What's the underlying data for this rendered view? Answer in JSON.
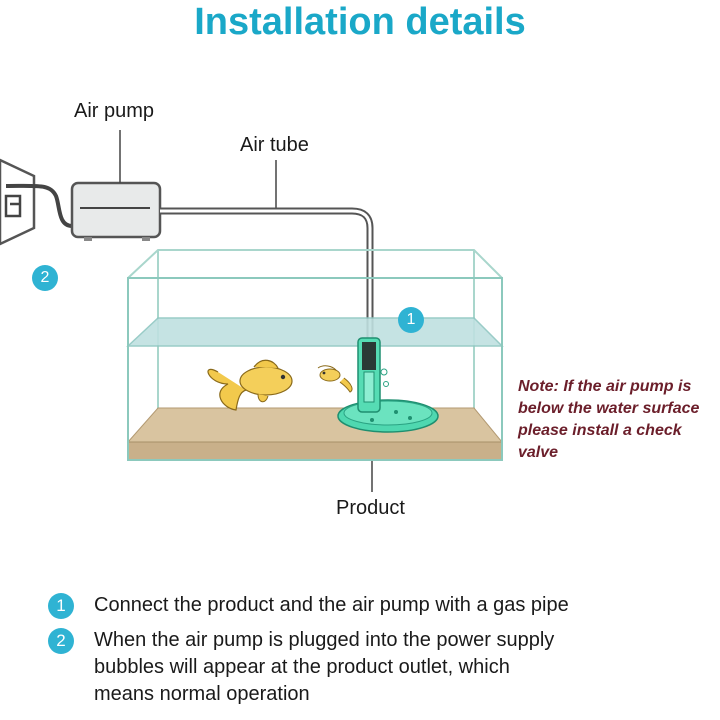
{
  "title": "Installation details",
  "labels": {
    "air_pump": "Air pump",
    "air_tube": "Air tube",
    "product": "Product"
  },
  "note": "Note: If the air pump is\nbelow the water surface\nplease install a check\nvalve",
  "markers": {
    "product_marker": "1",
    "outlet_marker": "2"
  },
  "steps": [
    {
      "number": "1",
      "text": "Connect the product and the air pump with a gas pipe"
    },
    {
      "number": "2",
      "text": "When the air pump is plugged into the power supply\nbubbles will appear at the product outlet, which\nmeans normal operation"
    }
  ],
  "colors": {
    "accent": "#1aa8c8",
    "note": "#6b1e2a",
    "product_green": "#3fd3a8",
    "glass": "#bfe3dc",
    "sand": "#c9b08a"
  }
}
